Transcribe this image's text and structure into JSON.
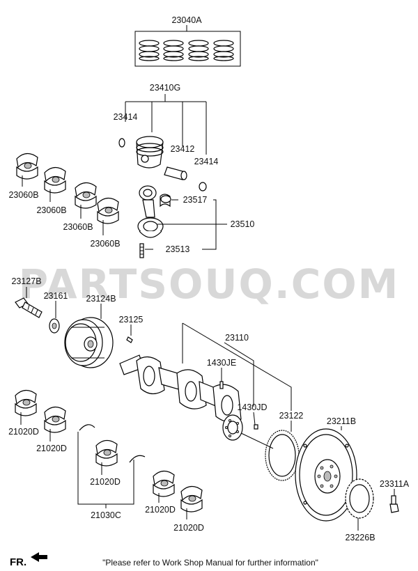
{
  "watermark": "PARTSOUQ.COM",
  "labels": {
    "l_23040A": "23040A",
    "l_23410G": "23410G",
    "l_23414_a": "23414",
    "l_23412": "23412",
    "l_23414_b": "23414",
    "l_23060B_1": "23060B",
    "l_23060B_2": "23060B",
    "l_23060B_3": "23060B",
    "l_23060B_4": "23060B",
    "l_23517": "23517",
    "l_23510": "23510",
    "l_23513": "23513",
    "l_23127B": "23127B",
    "l_23161": "23161",
    "l_23124B": "23124B",
    "l_23125": "23125",
    "l_23110": "23110",
    "l_1430JE": "1430JE",
    "l_1430JD": "1430JD",
    "l_23122": "23122",
    "l_23211B": "23211B",
    "l_23311A": "23311A",
    "l_23226B": "23226B",
    "l_21020D_1": "21020D",
    "l_21020D_2": "21020D",
    "l_21020D_3": "21020D",
    "l_21020D_4": "21020D",
    "l_21020D_5": "21020D",
    "l_21030C": "21030C"
  },
  "direction_label": "FR.",
  "footer_note": "\"Please refer to Work Shop Manual for further information\""
}
